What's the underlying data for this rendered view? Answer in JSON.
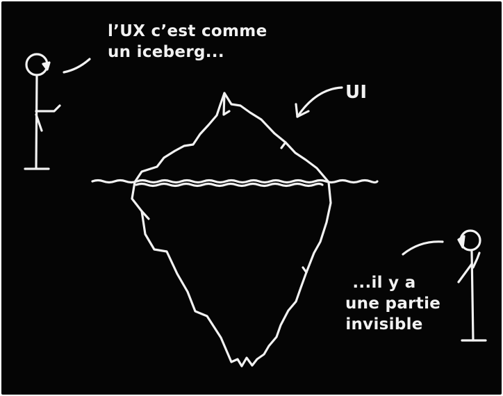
{
  "speech_left": {
    "line1": "l’UX c’est comme",
    "line2": "un iceberg..."
  },
  "label_ui": "UI",
  "speech_right": {
    "line1": "...il y a",
    "line2": "une partie",
    "line3": "invisible"
  },
  "colors": {
    "board": "#050505",
    "chalk": "#f2f2f2"
  },
  "icons": [
    "stick-figure-left",
    "stick-figure-right",
    "iceberg",
    "water-line",
    "arrow-to-ui"
  ]
}
